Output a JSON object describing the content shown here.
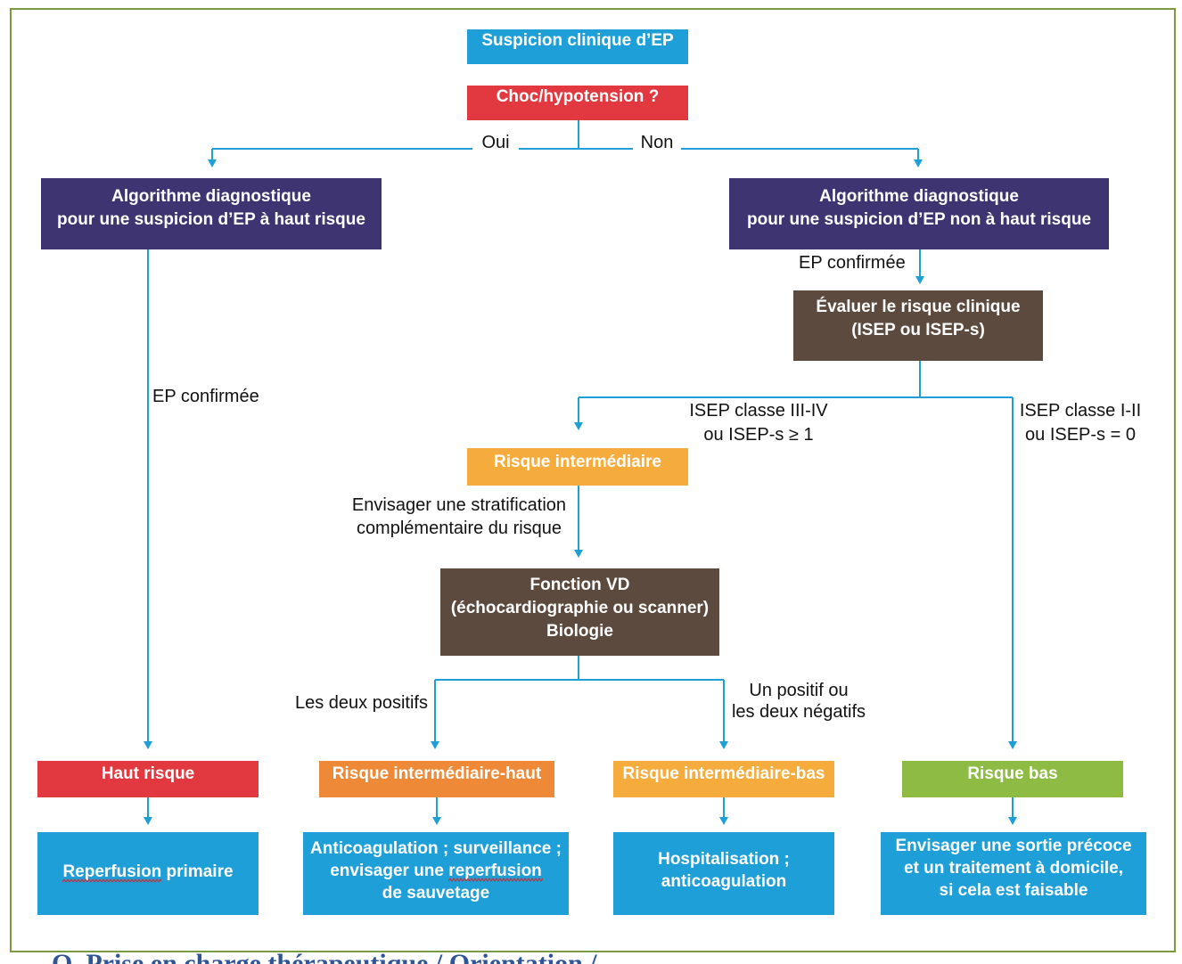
{
  "colors": {
    "blue": "#1E9FD8",
    "red": "#E2383F",
    "purple": "#3E3471",
    "brown": "#5C4A3F",
    "amber": "#F6AC3C",
    "orange": "#EE8A37",
    "green": "#8DBB44",
    "connector": "#1E9FD8",
    "frame": "#7A9A3E",
    "box_text": "#FFFFFF",
    "label_text": "#111111",
    "footer_heading": "#2F5597",
    "spellcheck": "#E02020"
  },
  "boxes": {
    "suspicion": {
      "lines": [
        "Suspicion clinique d’EP"
      ]
    },
    "shock": {
      "lines": [
        "Choc/hypotension ?"
      ]
    },
    "algo_high_risk": {
      "lines": [
        "Algorithme diagnostique",
        "pour une suspicion d’EP à haut risque"
      ]
    },
    "algo_not_high_risk": {
      "lines": [
        "Algorithme diagnostique",
        "pour une suspicion d’EP non à haut risque"
      ]
    },
    "clinical_risk": {
      "lines": [
        "Évaluer le risque clinique",
        "(ISEP ou ISEP-s)"
      ]
    },
    "intermediate_risk": {
      "lines": [
        "Risque intermédiaire"
      ]
    },
    "rv_function": {
      "lines": [
        "Fonction VD",
        "(échocardiographie ou scanner)",
        "Biologie"
      ]
    },
    "high_risk": {
      "lines": [
        "Haut risque"
      ]
    },
    "intermediate_high_risk": {
      "lines": [
        "Risque intermédiaire-haut"
      ]
    },
    "intermediate_low_risk": {
      "lines": [
        "Risque intermédiaire-bas"
      ]
    },
    "low_risk": {
      "lines": [
        "Risque bas"
      ]
    },
    "primary_reperfusion": {
      "lines": [
        "Reperfusion primaire"
      ]
    },
    "anticoag_surveillance": {
      "lines": [
        "Anticoagulation ; surveillance ;",
        "envisager une reperfusion",
        "de sauvetage"
      ]
    },
    "hospitalisation": {
      "lines": [
        "Hospitalisation ;",
        "anticoagulation"
      ]
    },
    "early_discharge": {
      "lines": [
        "Envisager une sortie précoce",
        "et un traitement à domicile,",
        "si cela est faisable"
      ]
    }
  },
  "labels": {
    "yes": "Oui",
    "no": "Non",
    "pe_confirmed_left": "EP confirmée",
    "pe_confirmed_right": "EP confirmée",
    "isep_high": [
      "ISEP classe III-IV",
      "ou ISEP-s ≥ 1"
    ],
    "isep_low": [
      "ISEP classe I-II",
      "ou ISEP-s = 0"
    ],
    "further_stratification": [
      "Envisager une stratification",
      "complémentaire du risque"
    ],
    "both_positive": "Les deux positifs",
    "one_positive": [
      "Un positif ou",
      "les deux négatifs"
    ]
  },
  "footer_heading": "Q. Prise en charge thérapeutique / Orientation /"
}
